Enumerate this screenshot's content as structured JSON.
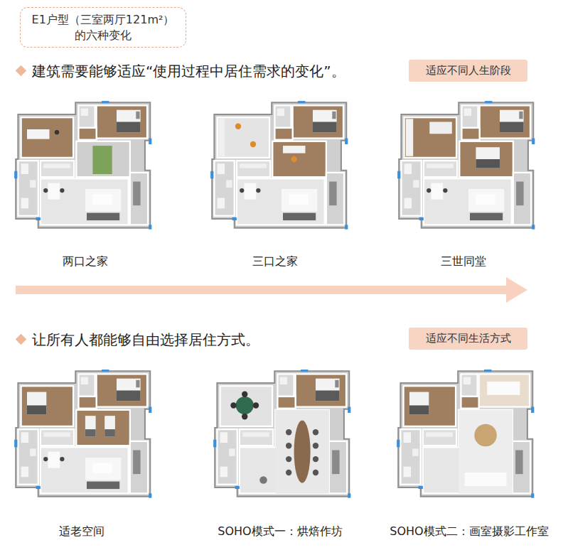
{
  "diagram": {
    "nodes": [
      {
        "text": [
          "E1户型（三室两厅121m²） 的六种变化"
        ]
      },
      {
        "text": [
          "适应不同人生阶段"
        ]
      },
      {
        "text": [
          "适应不同生活方式"
        ]
      }
    ],
    "labels": [
      "建筑需要能够适应“使用过程中居住需求的变化”。",
      "两口之家",
      "三口之家",
      "三世同堂",
      "让所有人都能够自由选择居住方式。",
      "适老空间",
      "SOHO模式一：烘焙作坊",
      "SOHO模式二：画室摄影工作室"
    ]
  }
}
